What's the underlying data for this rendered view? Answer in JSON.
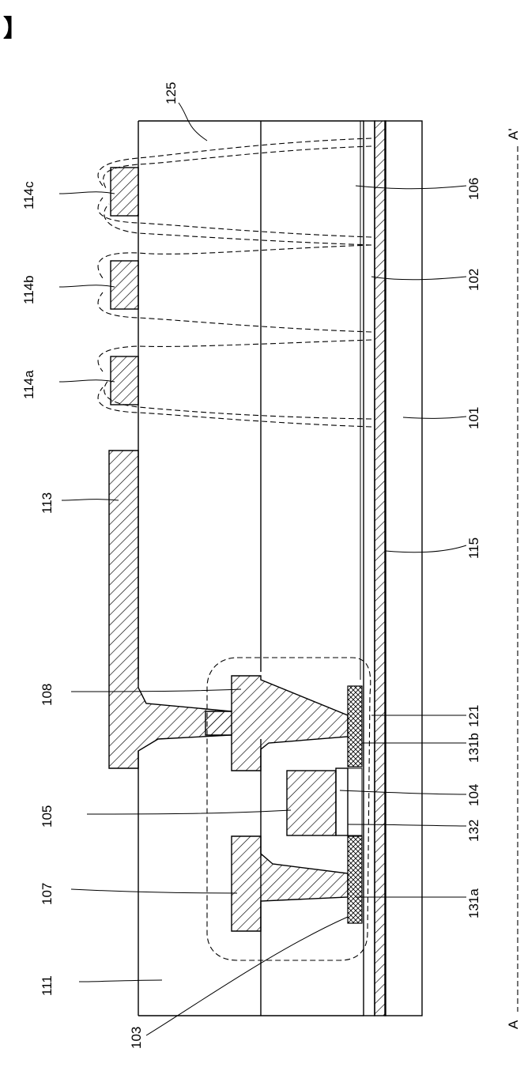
{
  "figure": {
    "corner_mark": "】",
    "section_start": "A",
    "section_end": "A'"
  },
  "labels": {
    "l125": "125",
    "l106": "106",
    "l102": "102",
    "l101": "101",
    "l115": "115",
    "l121": "121",
    "l131b": "131b",
    "l104": "104",
    "l132": "132",
    "l131a": "131a",
    "l114c": "114c",
    "l114b": "114b",
    "l114a": "114a",
    "l113": "113",
    "l108": "108",
    "l105": "105",
    "l107": "107",
    "l111": "111",
    "l103": "103"
  }
}
